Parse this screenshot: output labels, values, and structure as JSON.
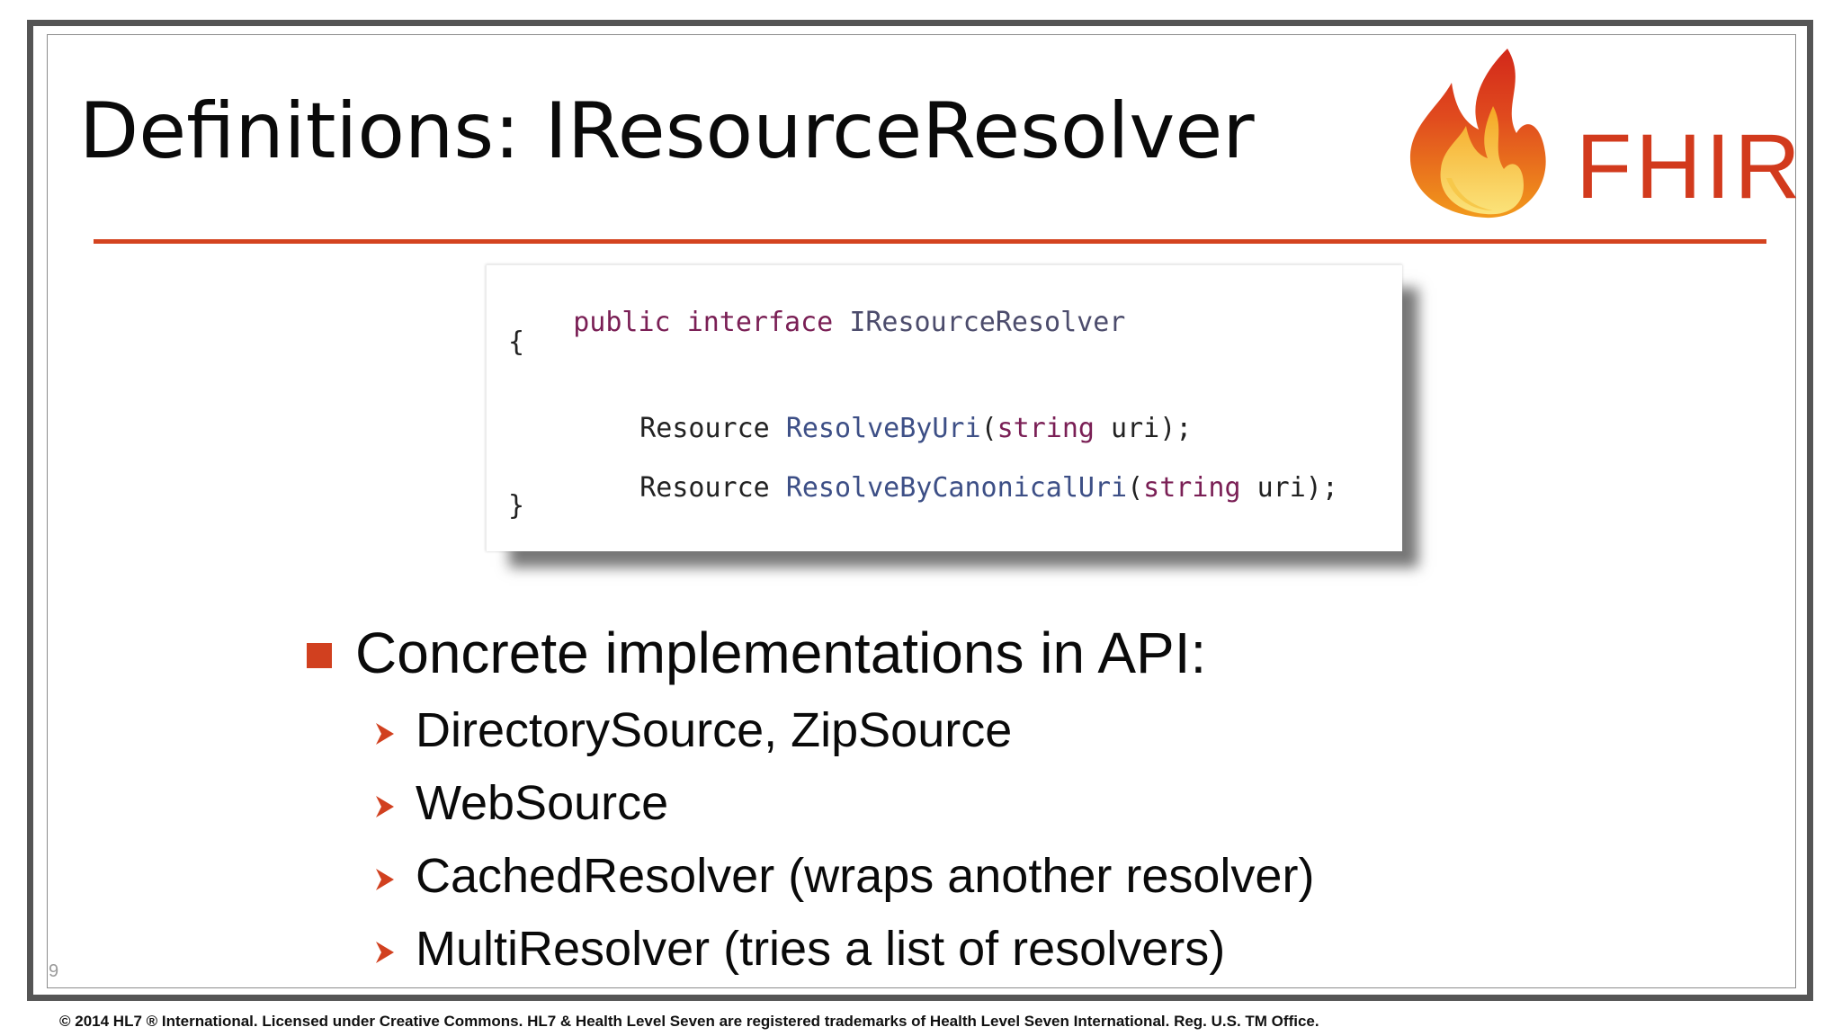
{
  "slide": {
    "title": "Definitions: IResourceResolver",
    "logo_text": "FHIR",
    "page_number": "9",
    "footer": "© 2014 HL7 ® International. Licensed under Creative Commons. HL7 & Health Level Seven are registered trademarks of Health Level Seven International. Reg. U.S. TM Office."
  },
  "code": {
    "line1": {
      "kw1": "public",
      "kw2": "interface",
      "name": "IResourceResolver"
    },
    "open_brace": "{",
    "line3": {
      "type": "Resource",
      "method": "ResolveByUri",
      "open": "(",
      "param_type": "string",
      "param": " uri);"
    },
    "line4": {
      "type": "Resource",
      "method": "ResolveByCanonicalUri",
      "open": "(",
      "param_type": "string",
      "param": " uri);"
    },
    "close_brace": "}"
  },
  "bullets": {
    "main": "Concrete implementations in API:",
    "items": [
      "DirectorySource, ZipSource",
      "WebSource",
      "CachedResolver (wraps another resolver)",
      "MultiResolver (tries a list of resolvers)"
    ]
  },
  "colors": {
    "accent": "#d44420",
    "frame": "#555555",
    "keyword": "#7a1f55",
    "method": "#3d4f86"
  }
}
